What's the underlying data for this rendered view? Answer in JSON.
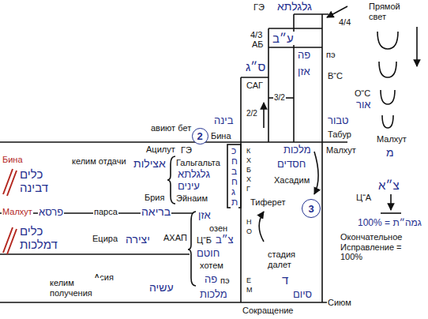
{
  "diagram": {
    "nodes": [
      {
        "text": [
          "2"
        ]
      },
      {
        "text": [
          "3"
        ]
      }
    ],
    "labels": [
      "ГЭ",
      "גלגלתא",
      "4/4",
      "4/3",
      "АБ",
      "ע״ב",
      "פה",
      "пэ",
      "ס״ג",
      "אזן",
      "В“С",
      "САГ",
      "3/2",
      "2/2",
      "בינה",
      "авиют бет",
      "Бина",
      "טבור",
      "Табур",
      "О“С",
      "אור",
      "Прямой свет",
      "Малхут",
      "מ",
      "צ״א",
      "Ц“А",
      "גמה״ת = 100%",
      "Окончательное Исправление = 100%",
      "מלכות",
      "Малхут",
      "חסדים",
      "Хасадим",
      "К",
      "Х",
      "Б",
      "Х",
      "Г",
      "Тиферет",
      "Н",
      "О",
      "Е",
      "М",
      "כ",
      "ח",
      "ב",
      "ח",
      "ג",
      "ת",
      "стадия далет",
      "ד",
      "סיום",
      "Сиюм",
      "Сокращение",
      "Ацилут",
      "ГЭ",
      "אצילות",
      "Гальгальта",
      "גלגלתא",
      "עינים",
      "Эйнаим",
      "Брия",
      "בריאה",
      "אזן",
      "озен",
      "Ц“Б",
      "צ״ב",
      "חוטם",
      "хотем",
      "פה",
      "пэ",
      "מלכות",
      "АХАП",
      "Ецира",
      "יצירה",
      "Асия",
      "עשיה",
      "Бина",
      "כלים דבינה",
      "келим отдачи",
      "Малхут",
      "פרסא",
      "парса",
      "כלים דמלכות",
      "келим получения"
    ]
  }
}
